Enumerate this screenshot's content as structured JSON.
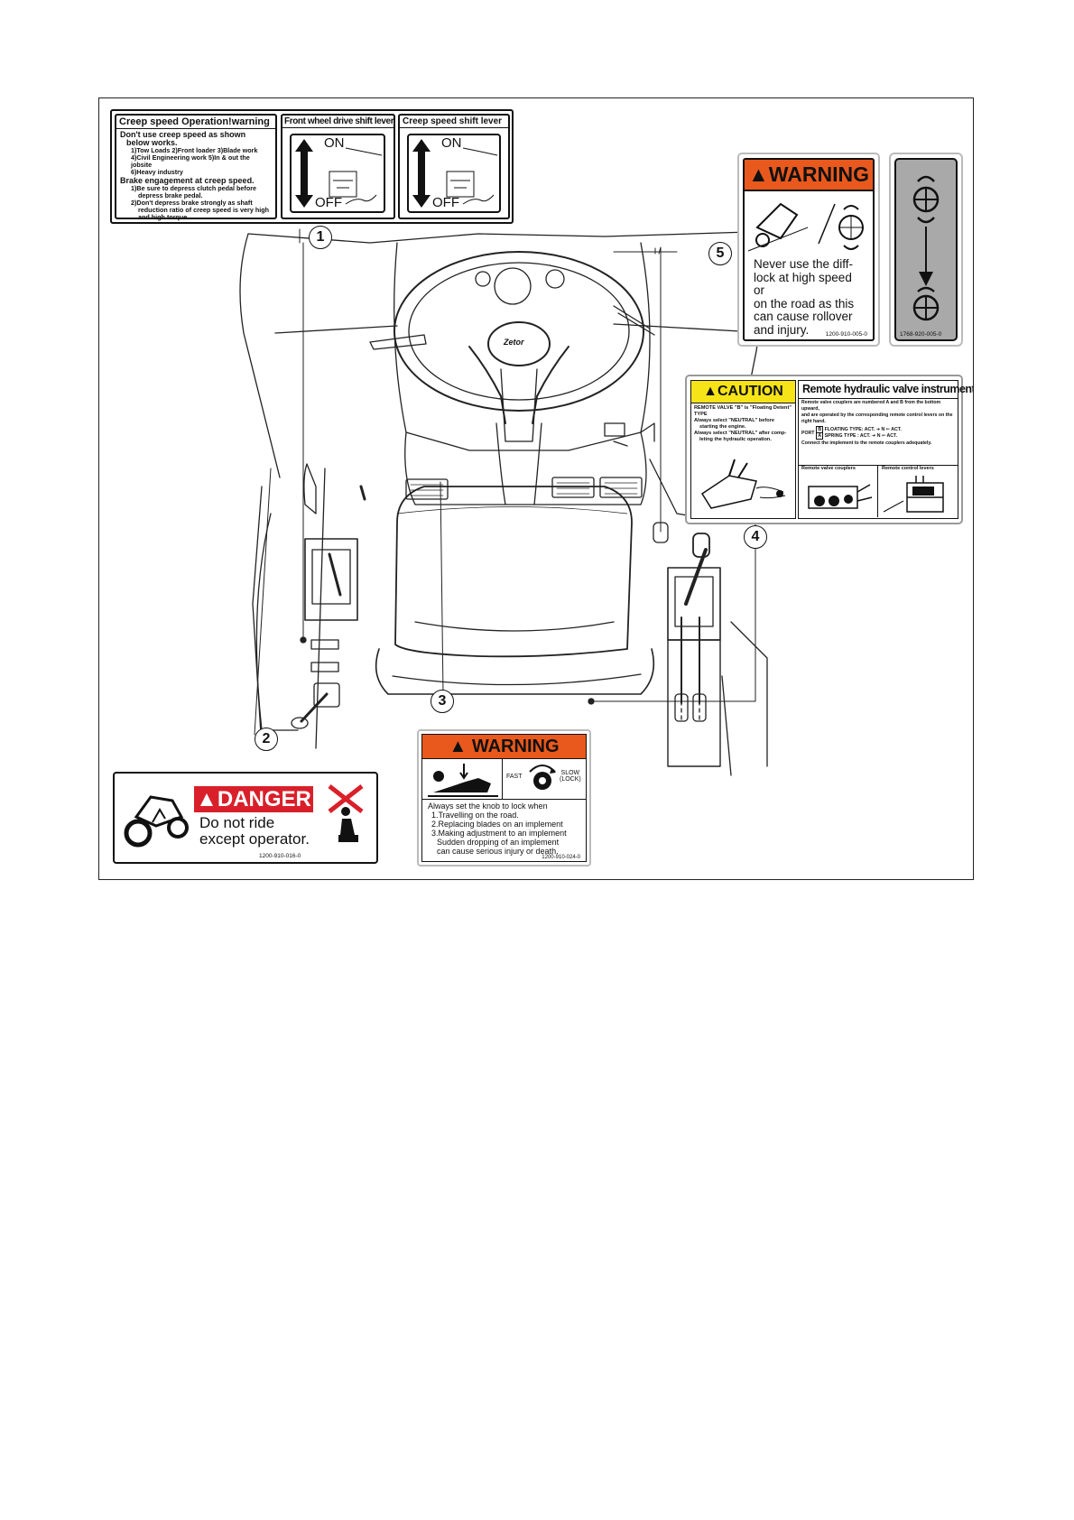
{
  "callouts": [
    "1",
    "2",
    "3",
    "4",
    "5"
  ],
  "decal_creep_warning": {
    "title": "Creep speed Operation!warning",
    "line1": "Don't use creep speed as shown",
    "line2": "below works.",
    "line3": "1)Tow Loads   2)Front loader  3)Blade work",
    "line4": "4)Civil Engineering work  5)In & out the jobsite",
    "line5": "6)Heavy industry",
    "line6": "Brake engagement at creep speed.",
    "line7": "1)Be sure to depress clutch pedal before",
    "line8": "depress brake pedal.",
    "line9": "2)Don't depress brake strongly as shaft",
    "line10": "reduction ratio of creep speed is very high",
    "line11": "and high torque."
  },
  "decal_front_wheel": {
    "title": "Front wheel drive shift lever",
    "on": "ON",
    "off": "OFF"
  },
  "decal_creep_lever": {
    "title": "Creep speed shift lever",
    "on": "ON",
    "off": "OFF"
  },
  "decal_difflock": {
    "header": "WARNING",
    "line1": "Never use the diff-",
    "line2": "lock at high speed or",
    "line3": "on the road as this",
    "line4": "can cause rollover",
    "line5": "and injury.",
    "part_no": "1200-910-005-0"
  },
  "decal_difflock_pedal": {
    "part_no": "1768-920-005-0"
  },
  "decal_caution": {
    "header": "CAUTION",
    "line1": "REMOTE VALVE \"B\" is \"Floating Detent\" TYPE",
    "line2": "Always select \"NEUTRAL\" before",
    "line3": "starting the engine.",
    "line4": "Always select \"NEUTRAL\" after comp-",
    "line5": "leting the hydraulic operation."
  },
  "decal_remote": {
    "title": "Remote hydraulic valve instruments",
    "line1": "Remote valve couplers are numbered A and B from the bottom upward,",
    "line2": "and are operated by the corresponding remote control levers on the right hand.",
    "port": "PORT",
    "port_b": "B",
    "floating": "FLOATING TYPE: ACT.",
    "port_a": "A",
    "spring": "SPRING TYPE :   ACT.",
    "n": "N",
    "act": "ACT.",
    "line3": "Connect the implement to the remote couplers adequately.",
    "couplers": "Remote valve couplers",
    "levers": "Remote control levers"
  },
  "decal_danger": {
    "header": "DANGER",
    "line1": "Do not ride",
    "line2": "except operator.",
    "part_no": "1200-910-016-0"
  },
  "decal_knob": {
    "header": "WARNING",
    "fast": "FAST",
    "slow": "SLOW",
    "lock": "(LOCK)",
    "line1": "Always set the knob to lock when",
    "line2": "1.Travelling on the road.",
    "line3": "2.Replacing blades on an implement",
    "line4": "3.Making adjustment to an implement",
    "line5": "Sudden dropping of an implement",
    "line6": "can cause serious injury or death.",
    "part_no": "1200-910-024-0"
  },
  "steering_logo": "Zetor",
  "colors": {
    "orange": "#e9591d",
    "yellow": "#f7e418",
    "red": "#d9202a",
    "gray": "#a9a9a9"
  }
}
